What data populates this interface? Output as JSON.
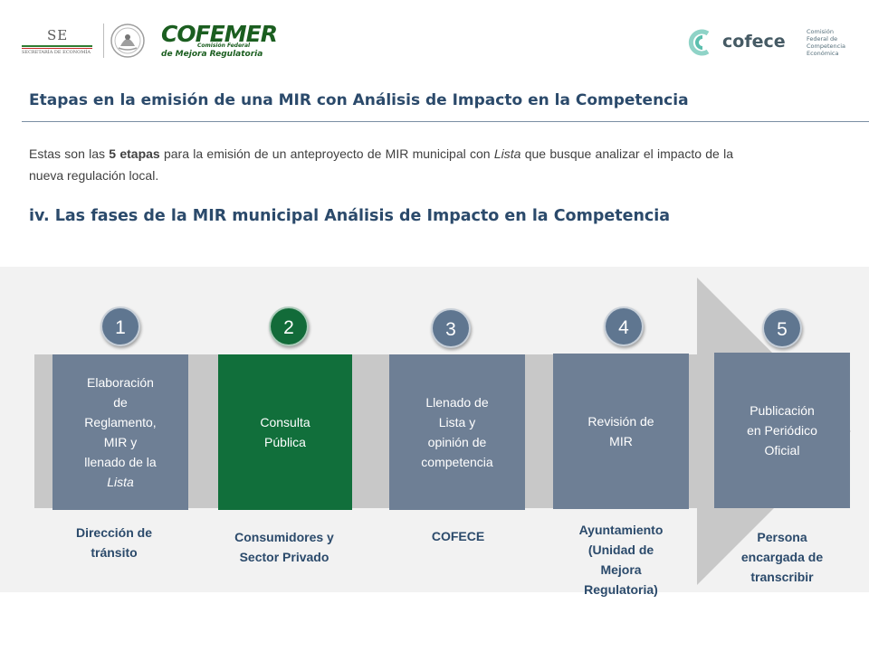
{
  "header": {
    "se_logo": {
      "abbr": "SE",
      "subtitle": "SECRETARÍA DE ECONOMÍA"
    },
    "seal": {
      "icon": "mexico-seal-icon"
    },
    "cofemer_logo": {
      "main": "COFEMER",
      "line1": "Comisión Federal",
      "line2": "de Mejora Regulatoria"
    },
    "cofece_logo": {
      "word": "cofece",
      "icon": "cofece-c-icon",
      "colors": {
        "mint": "#8fd3c7",
        "teal": "#5cbfae"
      }
    },
    "comision_text": [
      "Comisión",
      "Federal de",
      "Competencia",
      "Económica"
    ]
  },
  "title": "Etapas en la emisión de una MIR con Análisis de Impacto en la Competencia",
  "intro": {
    "part1": "Estas son las ",
    "bold": "5 etapas",
    "part2": " para la emisión de un anteproyecto de MIR municipal con ",
    "italic": "Lista",
    "part3": " que busque analizar el impacto de la nueva regulación local."
  },
  "subtitle": "iv. Las fases de la MIR municipal Análisis de Impacto en la Competencia",
  "colors": {
    "title": "#2b4a6b",
    "slate_box": "#6e7f95",
    "green_box": "#116f3b",
    "band": "#f2f2f2",
    "arrow": "#c8c8c8"
  },
  "steps": [
    {
      "number": "1",
      "box_lines": [
        "Elaboración",
        "de",
        "Reglamento,",
        "MIR y",
        "llenado de la"
      ],
      "box_italic": "Lista",
      "actor_lines": [
        "Dirección de",
        "tránsito"
      ],
      "style": "slate"
    },
    {
      "number": "2",
      "box_lines": [
        "Consulta",
        "Pública"
      ],
      "box_italic": "",
      "actor_lines": [
        "Consumidores y",
        "Sector Privado"
      ],
      "style": "green"
    },
    {
      "number": "3",
      "box_lines": [
        "Llenado de",
        "Lista y",
        "opinión de",
        "competencia"
      ],
      "box_italic": "",
      "actor_lines": [
        "COFECE"
      ],
      "style": "slate"
    },
    {
      "number": "4",
      "box_lines": [
        "Revisión de",
        "MIR"
      ],
      "box_italic": "",
      "actor_lines": [
        "Ayuntamiento",
        "(Unidad de",
        "Mejora",
        "Regulatoria)"
      ],
      "style": "slate"
    },
    {
      "number": "5",
      "box_lines": [
        "Publicación",
        "en Periódico",
        "Oficial"
      ],
      "box_italic": "",
      "actor_lines": [
        "Persona",
        "encargada de",
        "transcribir"
      ],
      "style": "slate"
    }
  ]
}
